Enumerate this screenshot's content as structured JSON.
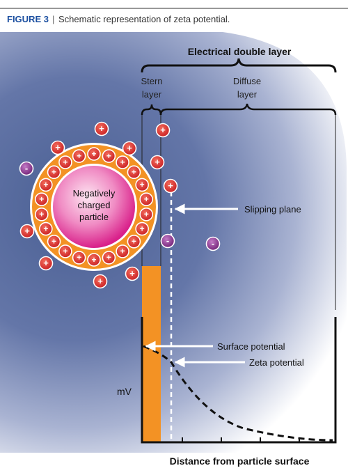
{
  "figure": {
    "label": "FIGURE 3",
    "separator": "|",
    "caption": "Schematic representation of zeta potential."
  },
  "labels": {
    "electrical_double_layer": "Electrical double layer",
    "stern_line1": "Stern",
    "stern_line2": "layer",
    "diffuse_line1": "Diffuse",
    "diffuse_line2": "layer",
    "particle_line1": "Negatively",
    "particle_line2": "charged",
    "particle_line3": "particle",
    "slipping_plane": "Slipping plane",
    "surface_potential": "Surface potential",
    "zeta_potential": "Zeta potential",
    "y_axis": "mV",
    "x_axis": "Distance from particle surface"
  },
  "ions": {
    "plus_symbol": "+",
    "minus_symbol": "-"
  },
  "colors": {
    "background_dark": "#4a5f93",
    "background_light": "#ffffff",
    "stern_layer": "#f39224",
    "particle_center": "#fde6f2",
    "particle_edge": "#d9208a",
    "positive_ion": "#e0342c",
    "negative_ion": "#8a2d8c",
    "slipping_plane": "#ffffff"
  }
}
